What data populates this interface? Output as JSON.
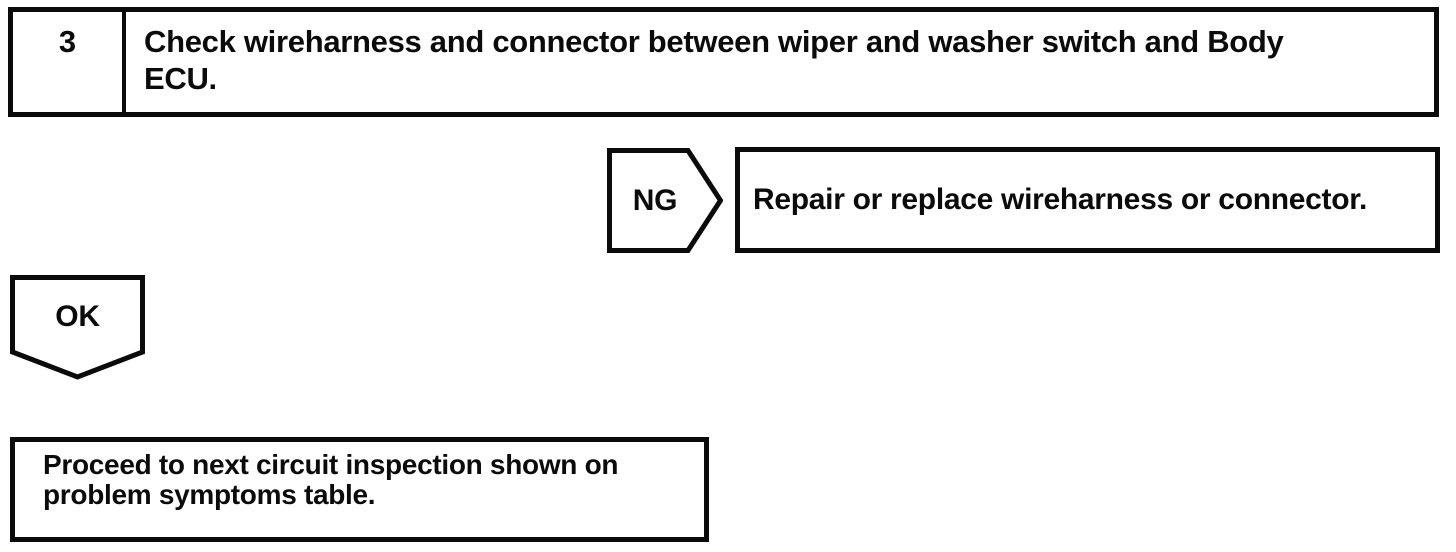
{
  "page": {
    "background": "#ffffff",
    "ink": "#0b0b0b"
  },
  "step_box": {
    "number": "3",
    "instruction": "Check wireharness and connector between wiper and washer switch and Body ECU.",
    "lines": [
      "Check wireharness and connector between wiper and washer switch and Body",
      "ECU."
    ]
  },
  "ng_branch": {
    "label": "NG",
    "action": "Repair or replace wireharness or connector."
  },
  "ok_branch": {
    "label": "OK",
    "action": "Proceed to next circuit inspection shown on problem symptoms table.",
    "lines": [
      "Proceed to next circuit inspection shown on",
      "problem symptoms table."
    ]
  }
}
